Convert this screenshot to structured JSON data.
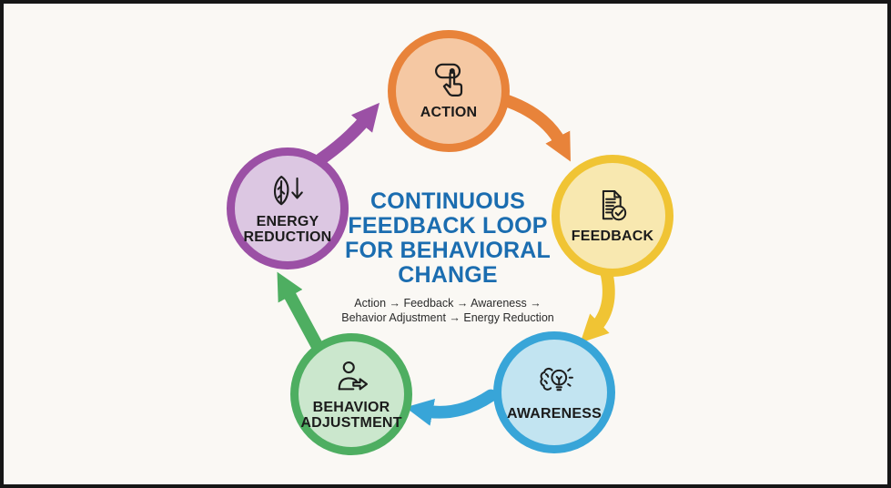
{
  "frame": {
    "background": "#FAF8F4",
    "border_color": "#161616"
  },
  "center": {
    "title_lines": [
      "CONTINUOUS",
      "FEEDBACK LOOP",
      "FOR BEHAVIORAL",
      "CHANGE"
    ],
    "title_color": "#1B6DB0",
    "subtitle_lines": [
      "Action → Feedback → Awareness →",
      "Behavior Adjustment → Energy Reduction"
    ],
    "subtitle_color": "#2B2B2B"
  },
  "nodes": [
    {
      "id": "action",
      "label": "ACTION",
      "icon": "tap-icon",
      "ring_color": "#E8833A",
      "fill_color": "#F5C8A3"
    },
    {
      "id": "feedback",
      "label": "FEEDBACK",
      "icon": "document-check-icon",
      "ring_color": "#F0C434",
      "fill_color": "#F8E8B0"
    },
    {
      "id": "awareness",
      "label": "AWARENESS",
      "icon": "brain-lightbulb-icon",
      "ring_color": "#38A5D8",
      "fill_color": "#C2E4F1"
    },
    {
      "id": "behavior_adjustment",
      "label": "BEHAVIOR ADJUSTMENT",
      "icon": "person-arrow-icon",
      "ring_color": "#4EAE61",
      "fill_color": "#CBE7CD"
    },
    {
      "id": "energy_reduction",
      "label": "ENERGY REDUCTION",
      "icon": "leaf-down-arrow-icon",
      "ring_color": "#9B50A5",
      "fill_color": "#DCC7E2"
    }
  ],
  "arrows": [
    {
      "from": "action",
      "to": "feedback",
      "color": "#E8833A"
    },
    {
      "from": "feedback",
      "to": "awareness",
      "color": "#F0C434"
    },
    {
      "from": "awareness",
      "to": "behavior_adjustment",
      "color": "#38A5D8"
    },
    {
      "from": "behavior_adjustment",
      "to": "energy_reduction",
      "color": "#4EAE61"
    },
    {
      "from": "energy_reduction",
      "to": "action",
      "color": "#9B50A5"
    }
  ]
}
